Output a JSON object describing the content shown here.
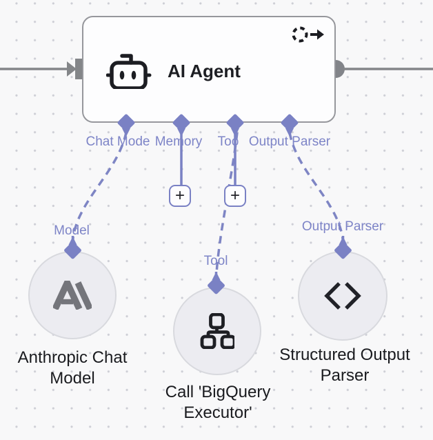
{
  "colors": {
    "canvas_bg": "#f8f8f9",
    "grid_dot": "#cdced5",
    "accent_purple": "#7a81c4",
    "label_purple": "#7d84c7",
    "connector_gray": "#848689",
    "node_border_gray": "#96979c",
    "node_fill": "#fdfdfe",
    "circle_fill": "#ececf1",
    "circle_border": "#d8d9de",
    "text_dark": "#1d1e23"
  },
  "agent": {
    "title": "AI Agent",
    "status_icon": "dashed-circle-arrow",
    "connectors": [
      {
        "id": "chat-model",
        "label_display": "Chat Mode"
      },
      {
        "id": "memory",
        "label_display": "Memory"
      },
      {
        "id": "tool",
        "label_display": "Too"
      },
      {
        "id": "output-parser",
        "label_display": "Output Parser"
      }
    ]
  },
  "plus_buttons": [
    {
      "for": "memory",
      "glyph": "+"
    },
    {
      "for": "tool",
      "glyph": "+"
    }
  ],
  "sub_nodes": [
    {
      "id": "anthropic-chat-model",
      "connector_label": "Model",
      "icon": "anthropic-logo",
      "title_lines": [
        "Anthropic Chat",
        "Model"
      ]
    },
    {
      "id": "bigquery-executor-tool",
      "connector_label": "Tool",
      "icon": "sitemap",
      "title_lines": [
        "Call 'BigQuery",
        "Executor'"
      ]
    },
    {
      "id": "structured-output-parser",
      "connector_label": "Output Parser",
      "icon": "code-brackets",
      "title_lines": [
        "Structured Output",
        "Parser"
      ]
    }
  ]
}
